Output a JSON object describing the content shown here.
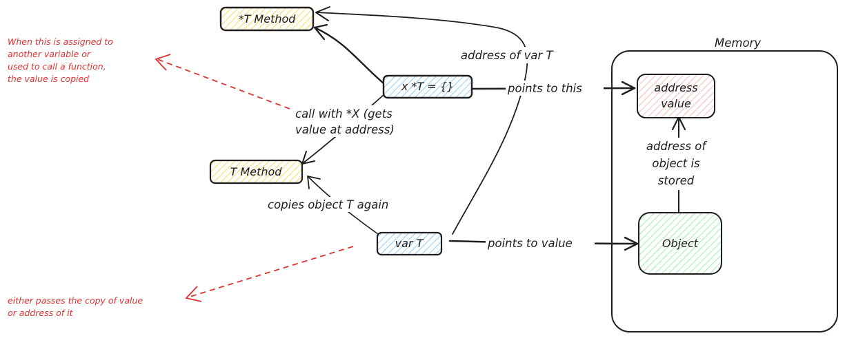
{
  "colors": {
    "ink": "#1e1e1e",
    "red": "#e03131",
    "yellow_fill": "#ffec99",
    "blue_fill": "#a5d8ff",
    "red_fill": "#ffc9c9",
    "green_fill": "#b2f2bb"
  },
  "nodes": {
    "ptr_method": "*T Method",
    "t_method": "T Method",
    "x_ptr": "x *T = {}",
    "var_t": "var T",
    "address_value": [
      "address",
      "value"
    ],
    "object": "Object"
  },
  "memory_label": "Memory",
  "edge_labels": {
    "address_of_var_t": "address of var T",
    "points_to_this": "points to this",
    "call_with_x": [
      "call with *X (gets",
      "value at address)"
    ],
    "copies_object": "copies object T again",
    "points_to_value": "points to value",
    "address_of_object": [
      "address of",
      "object is",
      "stored"
    ]
  },
  "notes": {
    "copied": [
      "When this is assigned to",
      "another variable or",
      "used to call a function,",
      "the value is copied"
    ],
    "either": [
      "either passes the copy of value",
      "or address of it"
    ]
  }
}
